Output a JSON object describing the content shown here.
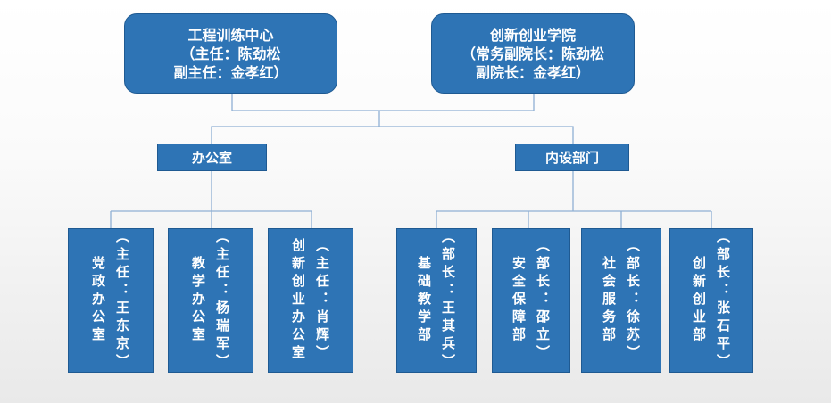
{
  "top_units": [
    {
      "name": "工程训练中心",
      "lines": [
        "（主任：陈劲松",
        "副主任：金孝红）"
      ]
    },
    {
      "name": "创新创业学院",
      "lines": [
        "（常务副院长：陈劲松",
        "副院长：金孝红）"
      ]
    }
  ],
  "branches": [
    {
      "name": "办公室"
    },
    {
      "name": "内设部门"
    }
  ],
  "office_units": [
    {
      "name": "党政办公室",
      "head": "（主任：王东京）"
    },
    {
      "name": "教学办公室",
      "head": "（主任：杨瑞军）"
    },
    {
      "name": "创新创业办公室",
      "head": "（主任：肖辉）"
    }
  ],
  "departments": [
    {
      "name": "基础教学部",
      "head": "（部长：王其兵）"
    },
    {
      "name": "安全保障部",
      "head": "（部长：邵立）"
    },
    {
      "name": "社会服务部",
      "head": "（部长：徐苏）"
    },
    {
      "name": "创新创业部",
      "head": "（部长：张石平）"
    }
  ],
  "colors": {
    "box": "#2e74b5",
    "connector": "#8fb0d4",
    "text": "#ffffff"
  }
}
